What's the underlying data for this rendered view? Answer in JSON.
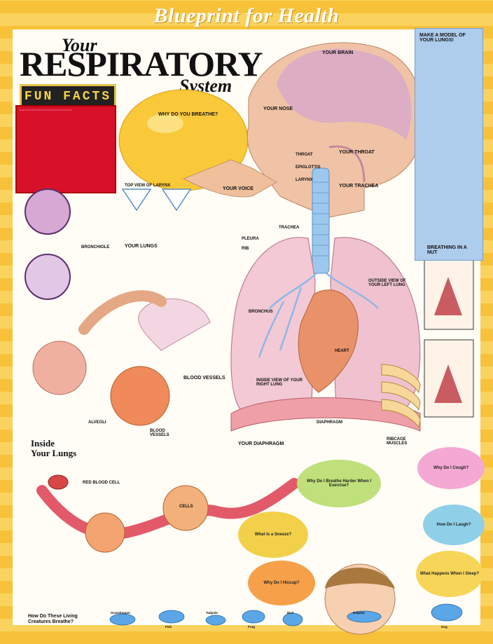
{
  "poster": {
    "header": "Blueprint for Health",
    "title_your": "Your",
    "title_main": "RESPIRATORY",
    "title_system": "System",
    "fun_facts_label": "FUN FACTS"
  },
  "headings": {
    "why_breathe": "WHY DO YOU BREATHE?",
    "your_brain": "YOUR BRAIN",
    "your_nose": "YOUR NOSE",
    "your_throat": "YOUR THROAT",
    "your_trachea": "YOUR TRACHEA",
    "your_voice": "YOUR VOICE",
    "your_lungs": "YOUR LUNGS",
    "blood_vessels": "BLOOD VESSELS",
    "your_diaphragm": "YOUR DIAPHRAGM",
    "make_model": "MAKE A MODEL OF YOUR LUNGS!",
    "breathing_nutshell": "BREATHING IN A NUT",
    "top_view_larynx": "TOP VIEW OF LARYNX"
  },
  "labels": {
    "throat": "THROAT",
    "epiglottis": "EPIGLOTTIS",
    "larynx": "LARYNX",
    "trachea": "TRACHEA",
    "pleura": "PLEURA",
    "rib": "RIB",
    "bronchiole": "BRONCHIOLE",
    "bronchioles": "BRONCHIOLE",
    "bronchus": "BRONCHUS",
    "outside_left_lung": "OUTSIDE VIEW OF YOUR LEFT LUNG",
    "inside_right_lung": "INSIDE VIEW OF YOUR RIGHT LUNG",
    "heart": "HEART",
    "diaphragm": "DIAPHRAGM",
    "rib_muscles": "RIBCAGE MUSCLES",
    "alveoli": "ALVEOLI",
    "blood_vessels": "BLOOD VESSELS",
    "red_blood_cell": "RED BLOOD CELL",
    "cells": "CELLS",
    "inside_lungs_1": "Inside",
    "inside_lungs_2": "Your Lungs"
  },
  "bubbles": {
    "why_breathe_harder": "Why Do I Breathe Harder When I Exercise?",
    "why_sneeze": "What Is a Sneeze?",
    "why_hiccup": "Why Do I Hiccup?",
    "why_cough": "Why Do I Cough?",
    "how_laugh": "How Do I Laugh?",
    "why_yawn": "What Happens When I Sleep?"
  },
  "footer": {
    "question": "How Do These Living Creatures Breathe?",
    "animals": [
      "Grasshopper",
      "Fish",
      "Tadpole",
      "Frog",
      "Bird",
      "Dolphin",
      "Dog"
    ]
  }
}
